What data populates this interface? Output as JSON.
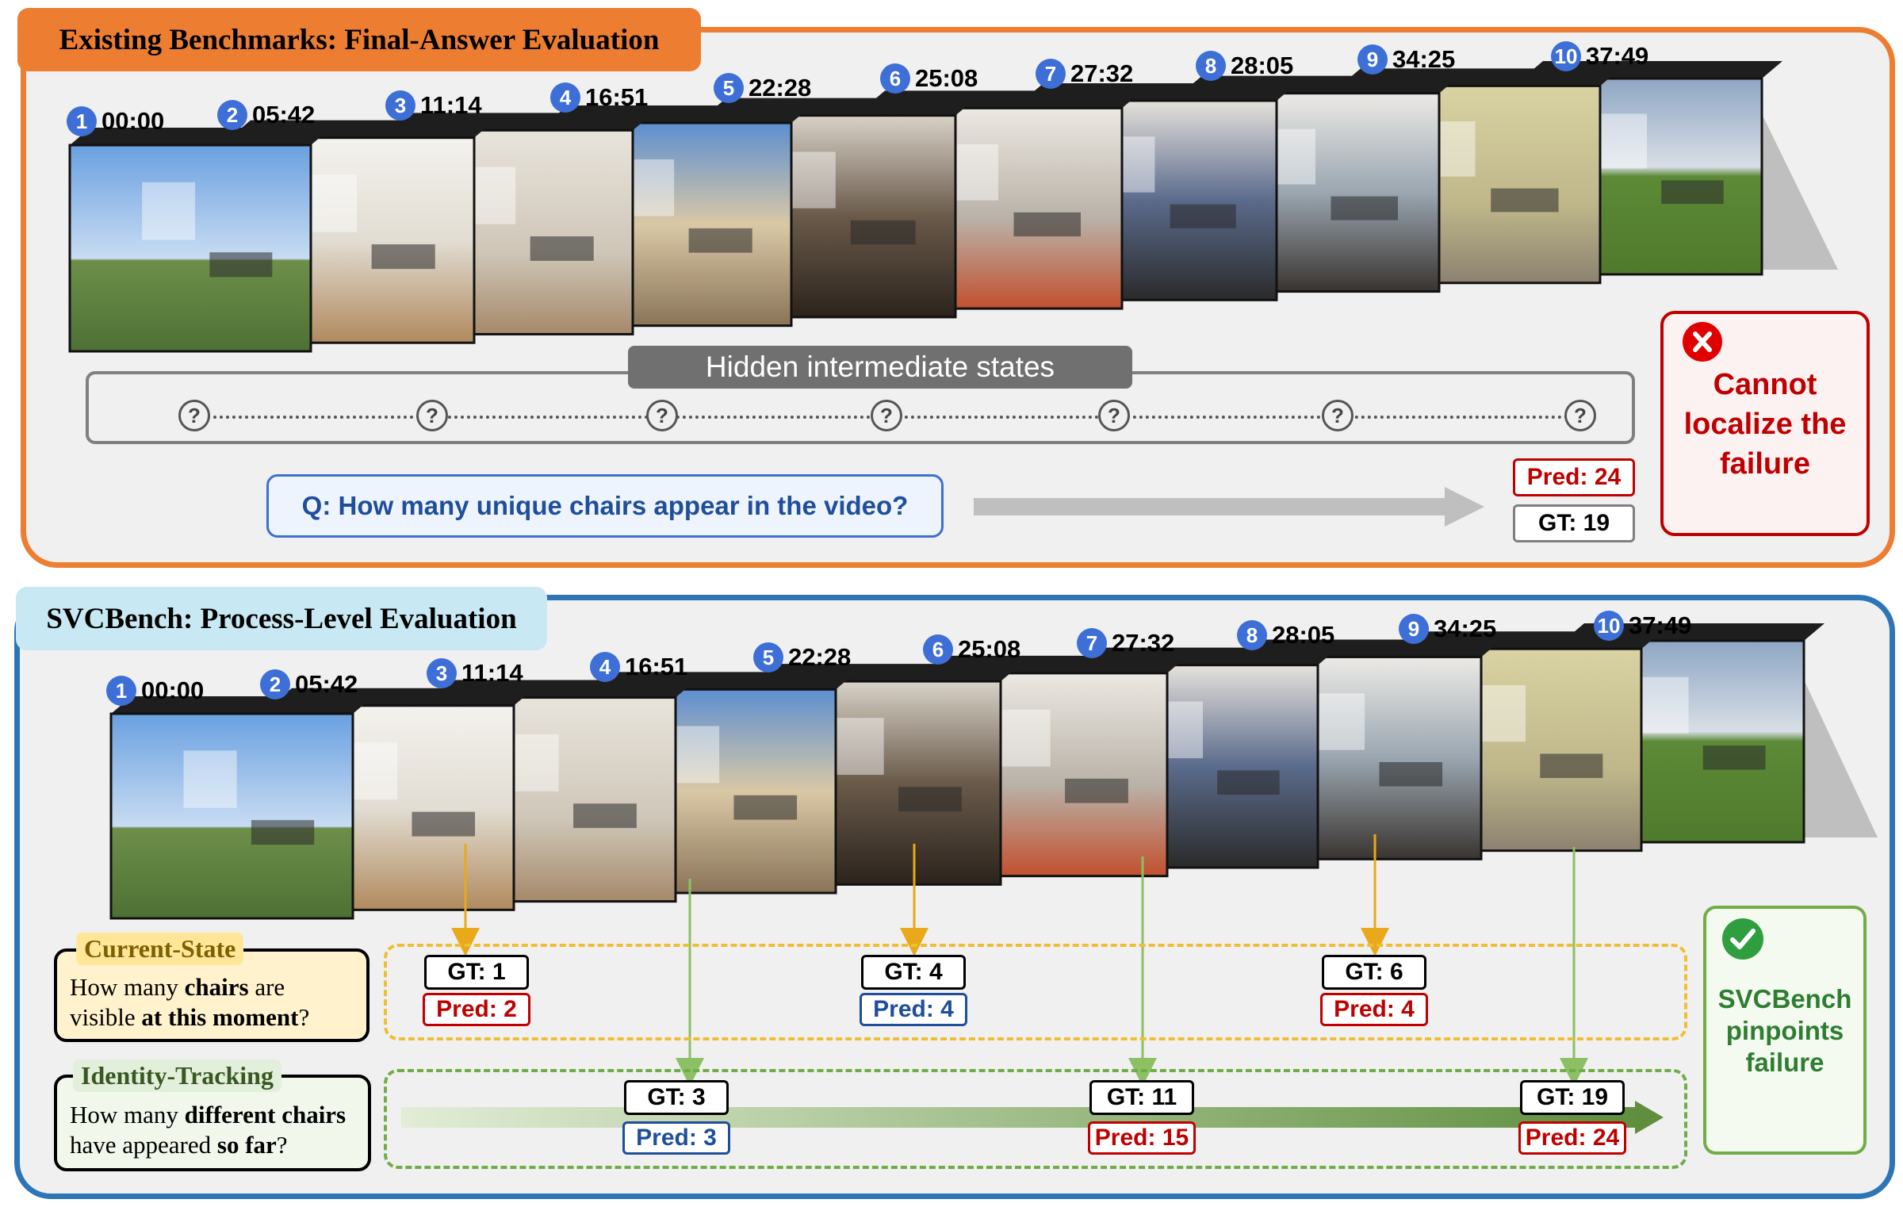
{
  "top": {
    "title": "Existing Benchmarks: Final-Answer Evaluation",
    "timestamps": [
      {
        "n": "1",
        "t": "00:00"
      },
      {
        "n": "2",
        "t": "05:42"
      },
      {
        "n": "3",
        "t": "11:14"
      },
      {
        "n": "4",
        "t": "16:51"
      },
      {
        "n": "5",
        "t": "22:28"
      },
      {
        "n": "6",
        "t": "25:08"
      },
      {
        "n": "7",
        "t": "27:32"
      },
      {
        "n": "8",
        "t": "28:05"
      },
      {
        "n": "9",
        "t": "34:25"
      },
      {
        "n": "10",
        "t": "37:49"
      }
    ],
    "hidden_label": "Hidden intermediate states",
    "question": "Q: How many unique chairs appear in the video?",
    "pred": "Pred: 24",
    "gt": "GT: 19",
    "fail_text": "Cannot localize the failure",
    "fail_icon": "x-icon",
    "accent": "#ed7d31",
    "fail_color": "#c00000"
  },
  "bottom": {
    "title": "SVCBench: Process-Level Evaluation",
    "timestamps": [
      {
        "n": "1",
        "t": "00:00"
      },
      {
        "n": "2",
        "t": "05:42"
      },
      {
        "n": "3",
        "t": "11:14"
      },
      {
        "n": "4",
        "t": "16:51"
      },
      {
        "n": "5",
        "t": "22:28"
      },
      {
        "n": "6",
        "t": "25:08"
      },
      {
        "n": "7",
        "t": "27:32"
      },
      {
        "n": "8",
        "t": "28:05"
      },
      {
        "n": "9",
        "t": "34:25"
      },
      {
        "n": "10",
        "t": "37:49"
      }
    ],
    "current_state": {
      "label": "Current-State",
      "question": [
        "How many ",
        "chairs",
        " are visible ",
        "at this moment",
        "?"
      ],
      "items": [
        {
          "gt": "GT: 1",
          "pred": "Pred: 2",
          "correct": false
        },
        {
          "gt": "GT: 4",
          "pred": "Pred: 4",
          "correct": true
        },
        {
          "gt": "GT: 6",
          "pred": "Pred: 4",
          "correct": false
        }
      ]
    },
    "identity_tracking": {
      "label": "Identity-Tracking",
      "question": [
        "How many ",
        "different chairs",
        " have appeared ",
        "so far",
        "?"
      ],
      "items": [
        {
          "gt": "GT: 3",
          "pred": "Pred: 3",
          "correct": true
        },
        {
          "gt": "GT: 11",
          "pred": "Pred: 15",
          "correct": false
        },
        {
          "gt": "GT: 19",
          "pred": "Pred: 24",
          "correct": false
        }
      ]
    },
    "success_text": "SVCBench pinpoints failure",
    "success_icon": "check-icon",
    "accent": "#2e75b6",
    "success_color": "#70ad47"
  }
}
